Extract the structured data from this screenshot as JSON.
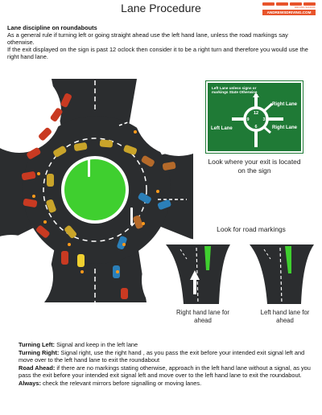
{
  "title": "Lane Procedure",
  "logo": {
    "tagline": "DRIVING SCHOOL",
    "brand": "ANDREWSDRIVING.COM"
  },
  "intro": {
    "heading": "Lane discipline on roundabouts",
    "p1": "As a general rule if turning left or going straight ahead use the left hand lane, unless the road markings say otherwise.",
    "p2": "If the exit displayed on the sign is past 12 oclock then consider it to be a right turn and therefore you would use the right hand lane."
  },
  "sign": {
    "header": "Left Lane unless signs or markings State Otherwise",
    "right_top": "Right Lane",
    "left": "Left Lane",
    "right_bottom": "Right Lane",
    "clock": [
      "12",
      "3",
      "6",
      "9"
    ]
  },
  "sign_caption": "Look where your exit is located on the sign",
  "markings_caption": "Look for road markings",
  "lane_captions": {
    "right": "Right hand lane for ahead",
    "left": "Left hand lane for ahead"
  },
  "instructions": [
    {
      "label": "Turning Left:",
      "text": " Signal and keep in the left lane"
    },
    {
      "label": "Turning Right:",
      "text": " Signal right, use the right hand , as you pass the exit before your intended exit signal left and move over to the left hand lane to exit the roundabout"
    },
    {
      "label": "Road Ahead:",
      "text": " if there are no markings stating otherwise, approach in the left hand lane without a signal, as you pass the exit before your intended exit signal left and move over to the left hand lane to exit the roundabout."
    },
    {
      "label": "Always:",
      "text": "  check the relevant mirrors before signalling or moving lanes."
    }
  ],
  "colors": {
    "sign_green": "#1f7a36",
    "island_green": "#3fcf2f",
    "road": "#2b2d2f",
    "brand_orange": "#e8542b"
  }
}
